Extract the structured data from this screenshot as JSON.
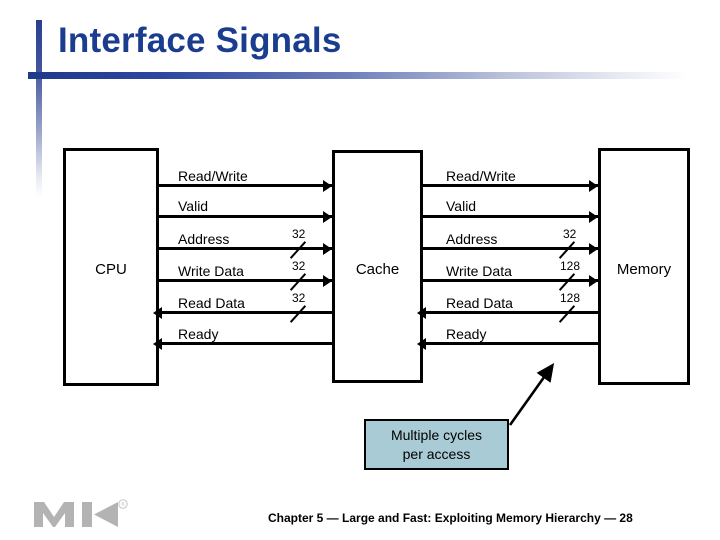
{
  "slide": {
    "title": "Interface Signals",
    "footer": "Chapter 5 — Large and Fast: Exploiting Memory Hierarchy — 28",
    "logo_alt": "MK",
    "logo_mark": "®"
  },
  "colors": {
    "title_blue": "#1b3d8f",
    "rule_blue": "#1e3a8a",
    "callout_fill": "#a9cbd5",
    "line_black": "#000000",
    "logo_gray": "#b3b3b3"
  },
  "diagram": {
    "units": [
      {
        "name": "cpu",
        "label": "CPU"
      },
      {
        "name": "cache",
        "label": "Cache"
      },
      {
        "name": "memory",
        "label": "Memory"
      }
    ],
    "buses": [
      {
        "name": "cpu-cache-bus",
        "from": "CPU",
        "to": "Cache",
        "signals": [
          {
            "label": "Read/Write",
            "direction": "right",
            "width": ""
          },
          {
            "label": "Valid",
            "direction": "right",
            "width": ""
          },
          {
            "label": "Address",
            "direction": "right",
            "width": "32"
          },
          {
            "label": "Write Data",
            "direction": "right",
            "width": "32"
          },
          {
            "label": "Read Data",
            "direction": "left",
            "width": "32"
          },
          {
            "label": "Ready",
            "direction": "left",
            "width": ""
          }
        ]
      },
      {
        "name": "cache-memory-bus",
        "from": "Cache",
        "to": "Memory",
        "signals": [
          {
            "label": "Read/Write",
            "direction": "right",
            "width": ""
          },
          {
            "label": "Valid",
            "direction": "right",
            "width": ""
          },
          {
            "label": "Address",
            "direction": "right",
            "width": "32"
          },
          {
            "label": "Write Data",
            "direction": "right",
            "width": "128"
          },
          {
            "label": "Read Data",
            "direction": "left",
            "width": "128"
          },
          {
            "label": "Ready",
            "direction": "left",
            "width": ""
          }
        ]
      }
    ],
    "callout": {
      "line1": "Multiple cycles",
      "line2": "per access"
    }
  }
}
